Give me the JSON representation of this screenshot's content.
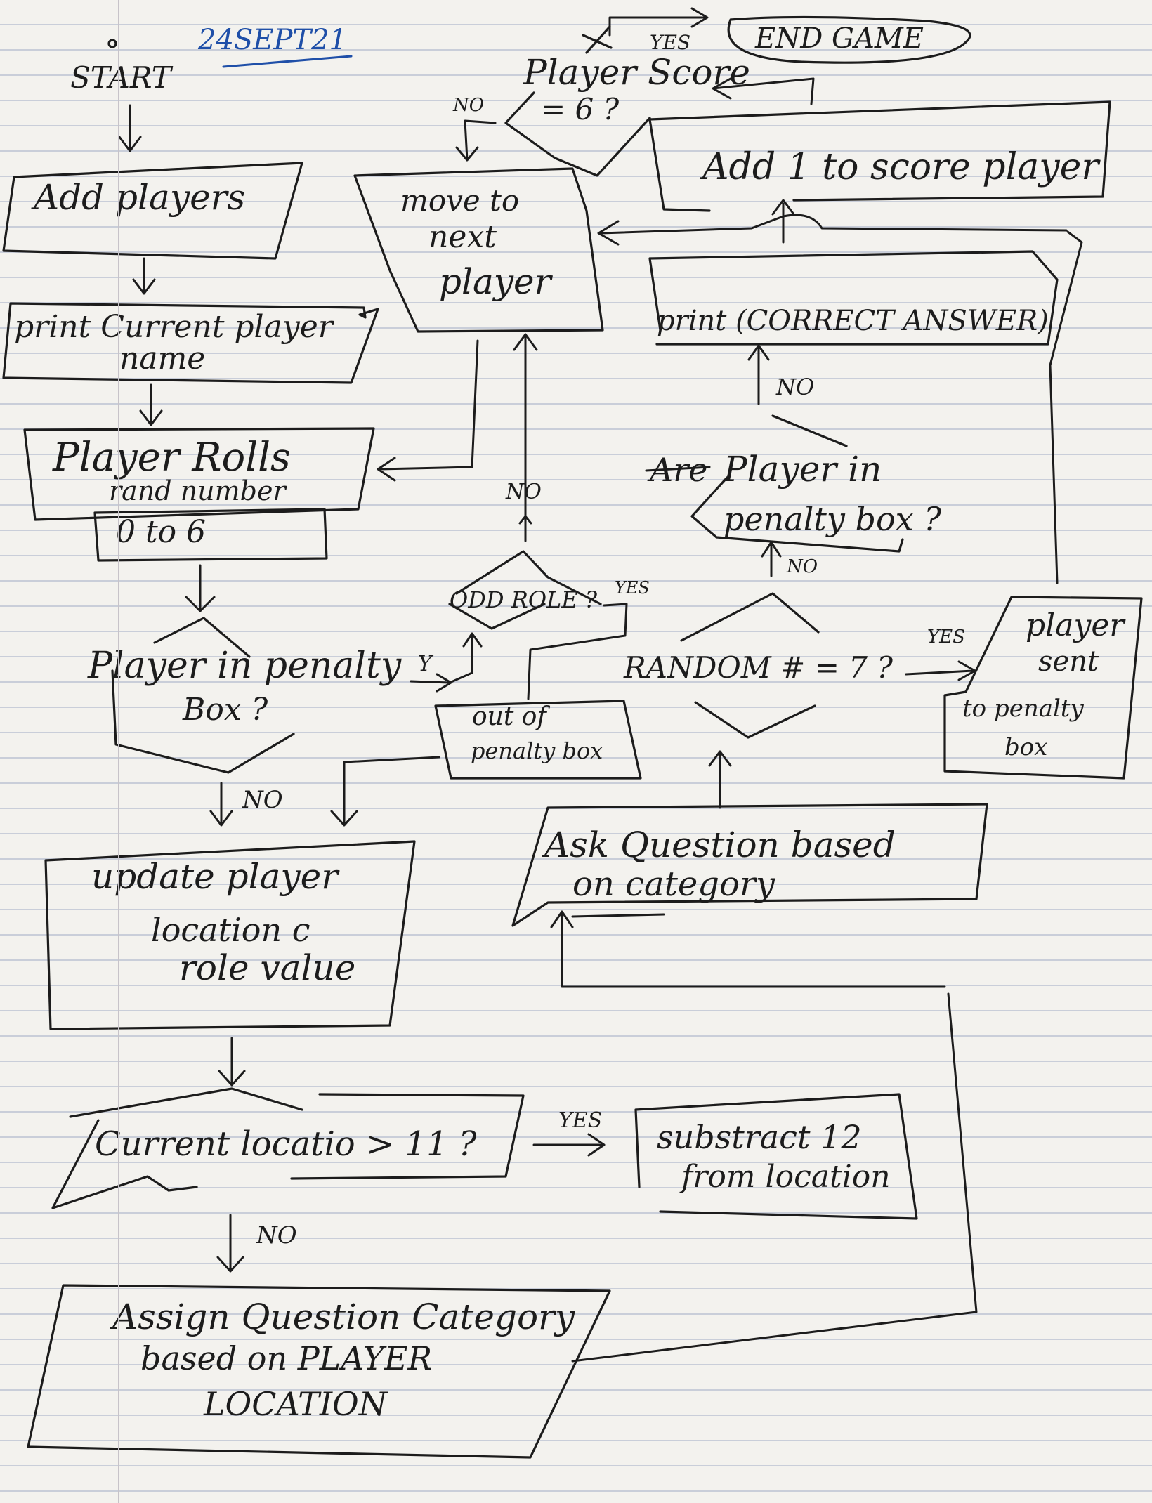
{
  "header": {
    "start": "START",
    "date": "24SEPT21"
  },
  "nodes": {
    "add_players": "Add players",
    "print_current_player_1": "print Current player",
    "print_current_player_2": "name",
    "player_rolls_1": "Player Rolls",
    "player_rolls_2": "rand number",
    "roll_range": "0 to 6",
    "player_in_penalty_box_1": "Player in penalty",
    "player_in_penalty_box_2": "Box ?",
    "update_location_1": "update player",
    "update_location_2": "location c",
    "update_location_3": "role value",
    "current_location_check": "Current locatio > 11 ?",
    "subtract_12_1": "substract 12",
    "subtract_12_2": "from location",
    "assign_category_1": "Assign Question Category",
    "assign_category_2": "based on PLAYER",
    "assign_category_3": "LOCATION",
    "odd_role": "ODD ROLE ?",
    "out_of_penalty_box_1": "out of",
    "out_of_penalty_box_2": "penalty box",
    "move_next_player_1": "move to",
    "move_next_player_2": "next",
    "move_next_player_3": "player",
    "player_score_check_1": "Player Score",
    "player_score_check_2": "= 6 ?",
    "end_game": "END GAME",
    "add_score": "Add 1 to score player",
    "print_correct_answer": "print (CORRECT ANSWER)",
    "player_in_penalty_box_right_strike": "Are",
    "player_in_penalty_box_right_1": "Player in",
    "player_in_penalty_box_right_2": "penalty box ?",
    "random_seven": "RANDOM # = 7 ?",
    "player_sent_penalty_1": "player",
    "player_sent_penalty_2": "sent",
    "player_sent_penalty_3": "to penalty",
    "player_sent_penalty_4": "box",
    "ask_question_1": "Ask Question based",
    "ask_question_2": "on category"
  },
  "edge_labels": {
    "yes_end_game": "YES",
    "no_score": "NO",
    "no_odd_role": "NO",
    "yes_odd_role": "YES",
    "y_penalty": "Y",
    "no_penalty": "NO",
    "no_correct": "NO",
    "no_random": "NO",
    "yes_random": "YES",
    "yes_location": "YES",
    "no_location": "NO"
  }
}
